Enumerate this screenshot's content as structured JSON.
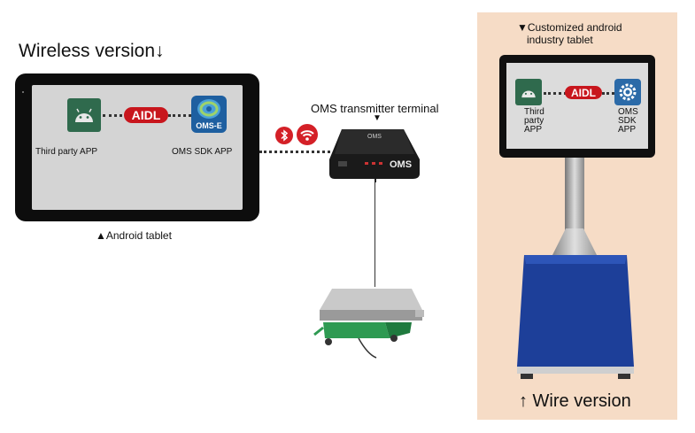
{
  "wireless_title": "Wireless version↓",
  "android_tablet_caption": "▲Android tablet",
  "left_tablet": {
    "third_party_label": "Third party APP",
    "aidl_label": "AIDL",
    "oms_e_label": "OMS-E",
    "oms_sdk_label": "OMS SDK APP"
  },
  "transmitter": {
    "title": "OMS transmitter terminal",
    "arrow": "▼",
    "top_label": "OMS",
    "front_label": "OMS"
  },
  "customized_tablet_caption_line1": "▼Customized android",
  "customized_tablet_caption_line2": "industry tablet",
  "right_tablet": {
    "third_party_line1": "Third",
    "third_party_line2": "party",
    "third_party_line3": "APP",
    "aidl_label": "AIDL",
    "oms_line1": "OMS",
    "oms_line2": "SDK",
    "oms_line3": "APP"
  },
  "wire_title": "↑ Wire version",
  "colors": {
    "aidl_red": "#c8161d",
    "android_green": "#2f6a4d",
    "panel_peach": "#f6dcc6",
    "scale_blue": "#1d3f99"
  }
}
